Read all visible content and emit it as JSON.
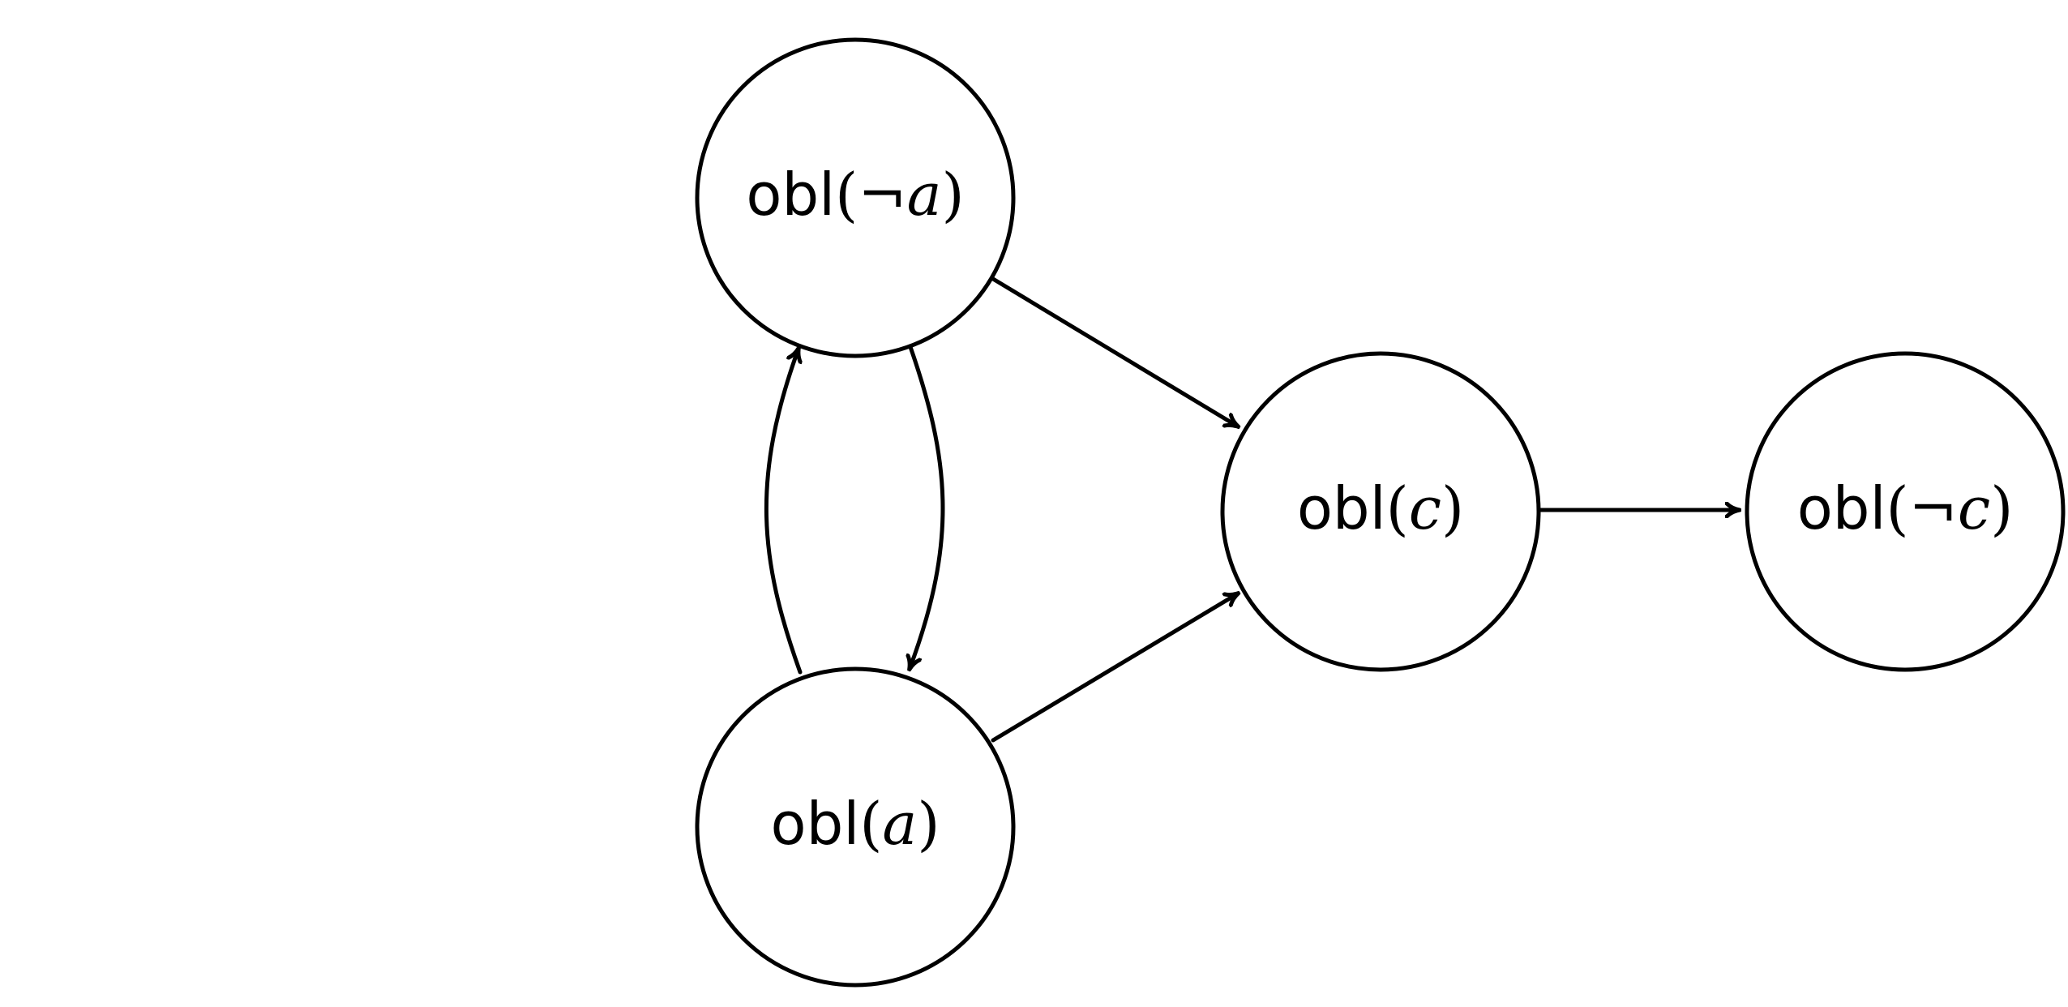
{
  "diagram": {
    "nodes": [
      {
        "id": "obl-neg-a",
        "function": "obl",
        "negated": true,
        "variable": "a",
        "label": "obl(¬a)"
      },
      {
        "id": "obl-a",
        "function": "obl",
        "negated": false,
        "variable": "a",
        "label": "obl(a)"
      },
      {
        "id": "obl-c",
        "function": "obl",
        "negated": false,
        "variable": "c",
        "label": "obl(c)"
      },
      {
        "id": "obl-neg-c",
        "function": "obl",
        "negated": true,
        "variable": "c",
        "label": "obl(¬c)"
      }
    ],
    "edges": [
      {
        "from": "obl-neg-a",
        "to": "obl-a"
      },
      {
        "from": "obl-a",
        "to": "obl-neg-a"
      },
      {
        "from": "obl-neg-a",
        "to": "obl-c"
      },
      {
        "from": "obl-a",
        "to": "obl-c"
      },
      {
        "from": "obl-c",
        "to": "obl-neg-c"
      }
    ],
    "colors": {
      "stroke": "#000000",
      "fill": "#ffffff"
    }
  }
}
